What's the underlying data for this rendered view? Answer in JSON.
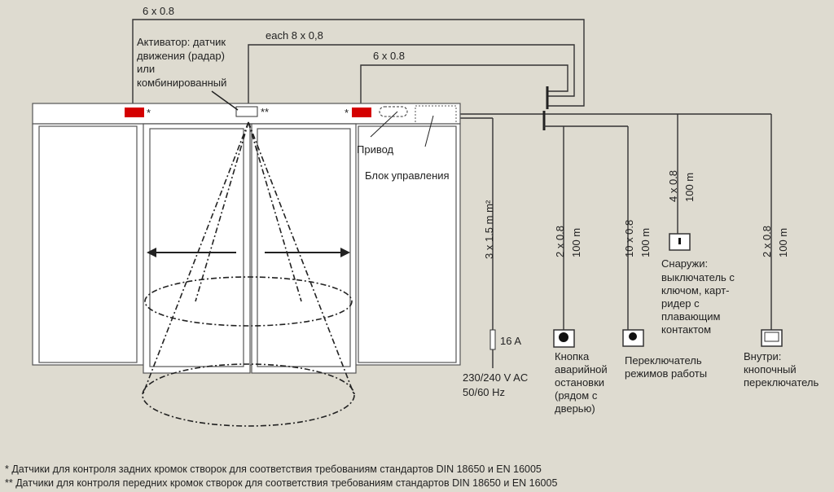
{
  "wires": {
    "top_left": "6 x 0.8",
    "radar": "each 8 x 0,8",
    "top_right": "6 x 0.8",
    "power": "3 x 1.5 m m²",
    "emergency": [
      "2 x 0.8",
      "100 m"
    ],
    "mode": [
      "10 x 0.8",
      "100 m"
    ],
    "outside": [
      "4 x 0.8",
      "100 m"
    ],
    "inside": [
      "2 x 0.8",
      "100 m"
    ]
  },
  "labels": {
    "activator": [
      "Активатор: датчик",
      "движения (радар)",
      "или",
      "комбинированный"
    ],
    "drive": "Привод",
    "control_unit": "Блок управления",
    "fuse": "16 A",
    "power": [
      "230/240 V AC",
      "50/60 Hz"
    ],
    "emergency": [
      "Кнопка",
      "аварийной",
      "остановки",
      "(рядом с",
      "дверью)"
    ],
    "mode": [
      "Переключатель",
      "режимов работы"
    ],
    "outside": [
      "Снаружи:",
      "выключатель с",
      "ключом, карт-",
      "ридер с",
      "плавающим",
      "контактом"
    ],
    "inside": [
      "Внутри:",
      "кнопочный",
      "переключатель"
    ],
    "star1": "*",
    "star2": "**"
  },
  "footnotes": [
    "* Датчики для контроля задних кромок створок для соответствия требованиям стандартов DIN 18650 и EN 16005",
    "** Датчики для контроля передних кромок створок для соответствия требованиям стандартов DIN 18650 и EN 16005"
  ],
  "colors": {
    "sensor": "#d40000",
    "background": "#dedbd0"
  }
}
